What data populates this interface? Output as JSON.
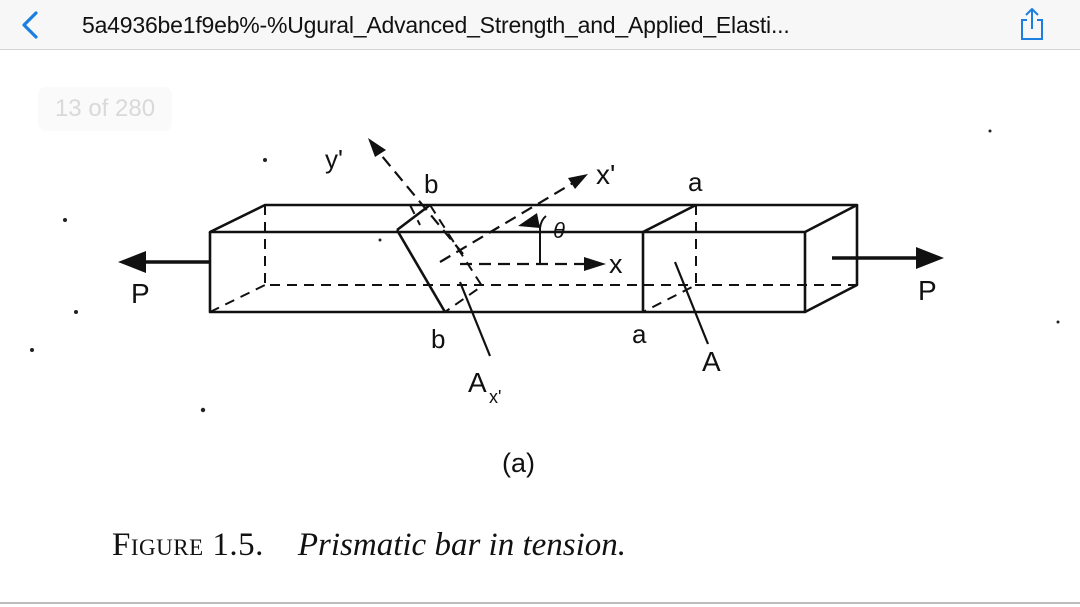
{
  "nav": {
    "title": "5a4936be1f9eb%-%Ugural_Advanced_Strength_and_Applied_Elasti...",
    "back_icon": "chevron-left-icon",
    "share_icon": "share-icon",
    "accent_color": "#1a7fe0"
  },
  "page_counter": "13 of 280",
  "figure": {
    "labels": {
      "y_prime": "y'",
      "x_prime": "x'",
      "theta": "θ",
      "x": "x",
      "b_top": "b",
      "b_bottom": "b",
      "a_top": "a",
      "a_bottom": "a",
      "p_left": "P",
      "p_right": "P",
      "area_a": "A",
      "area_ax_base": "A",
      "area_ax_sub": "x'",
      "sublabel": "(a)"
    },
    "caption": {
      "label": "Figure 1.5.",
      "title": "Prismatic bar in tension."
    }
  }
}
